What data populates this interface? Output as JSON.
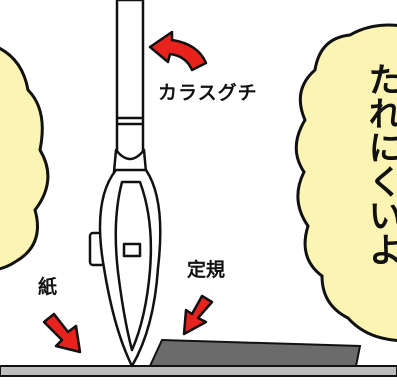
{
  "labels": {
    "karasuguchi": "カラスグチ",
    "jougi": "定規",
    "kami": "紙"
  },
  "bubble": {
    "text": "たれにくいよ"
  },
  "colors": {
    "bubble_fill": "#FBF4B2",
    "arrow_red": "#E8221C",
    "ruler_gray": "#6B6B6B",
    "paper_gray": "#BDBDBD",
    "ink": "#111111"
  },
  "icons": {
    "arrow_pen": "curved-arrow-icon",
    "arrow_ruler": "down-arrow-icon",
    "arrow_paper": "down-arrow-icon"
  }
}
